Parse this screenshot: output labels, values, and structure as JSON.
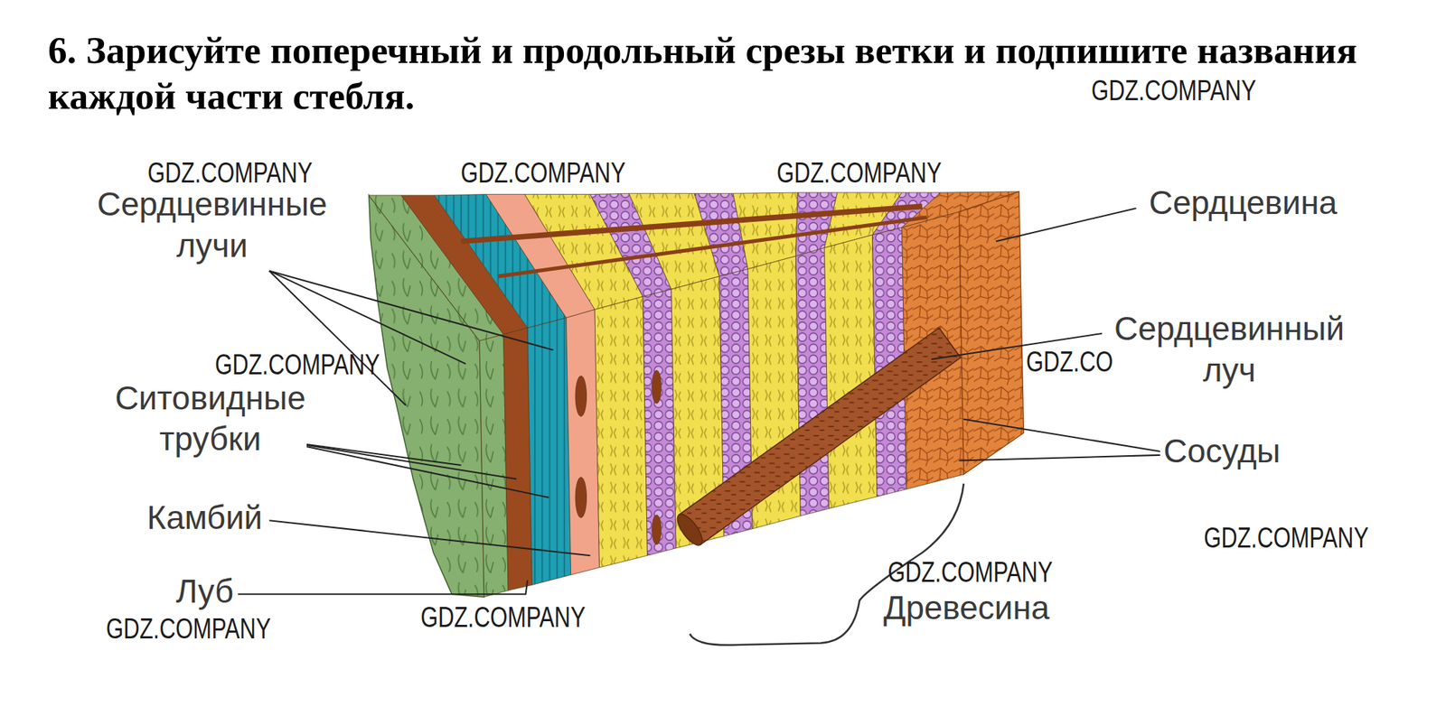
{
  "diagram": {
    "title": "6. Зарисуйте поперечный и продольный срезы ветки и подпишите названия каждой части стебля.",
    "labels": [
      "GDZ.COMPANY",
      "GDZ.COMPANY",
      "GDZ.COMPANY",
      "GDZ.COMPANY",
      "Сердцевинные лучи",
      "Сердцевина",
      "GDZ.COMPANY",
      "GDZ.COMPANY",
      "Сердцевинный луч",
      "Ситовидные трубки",
      "Сосуды",
      "Камбий",
      "GDZ.COMPANY",
      "GDZ.COMPANY",
      "Древесина",
      "Луб",
      "GDZ.COMPANY",
      "GDZ.COMPANY"
    ]
  }
}
